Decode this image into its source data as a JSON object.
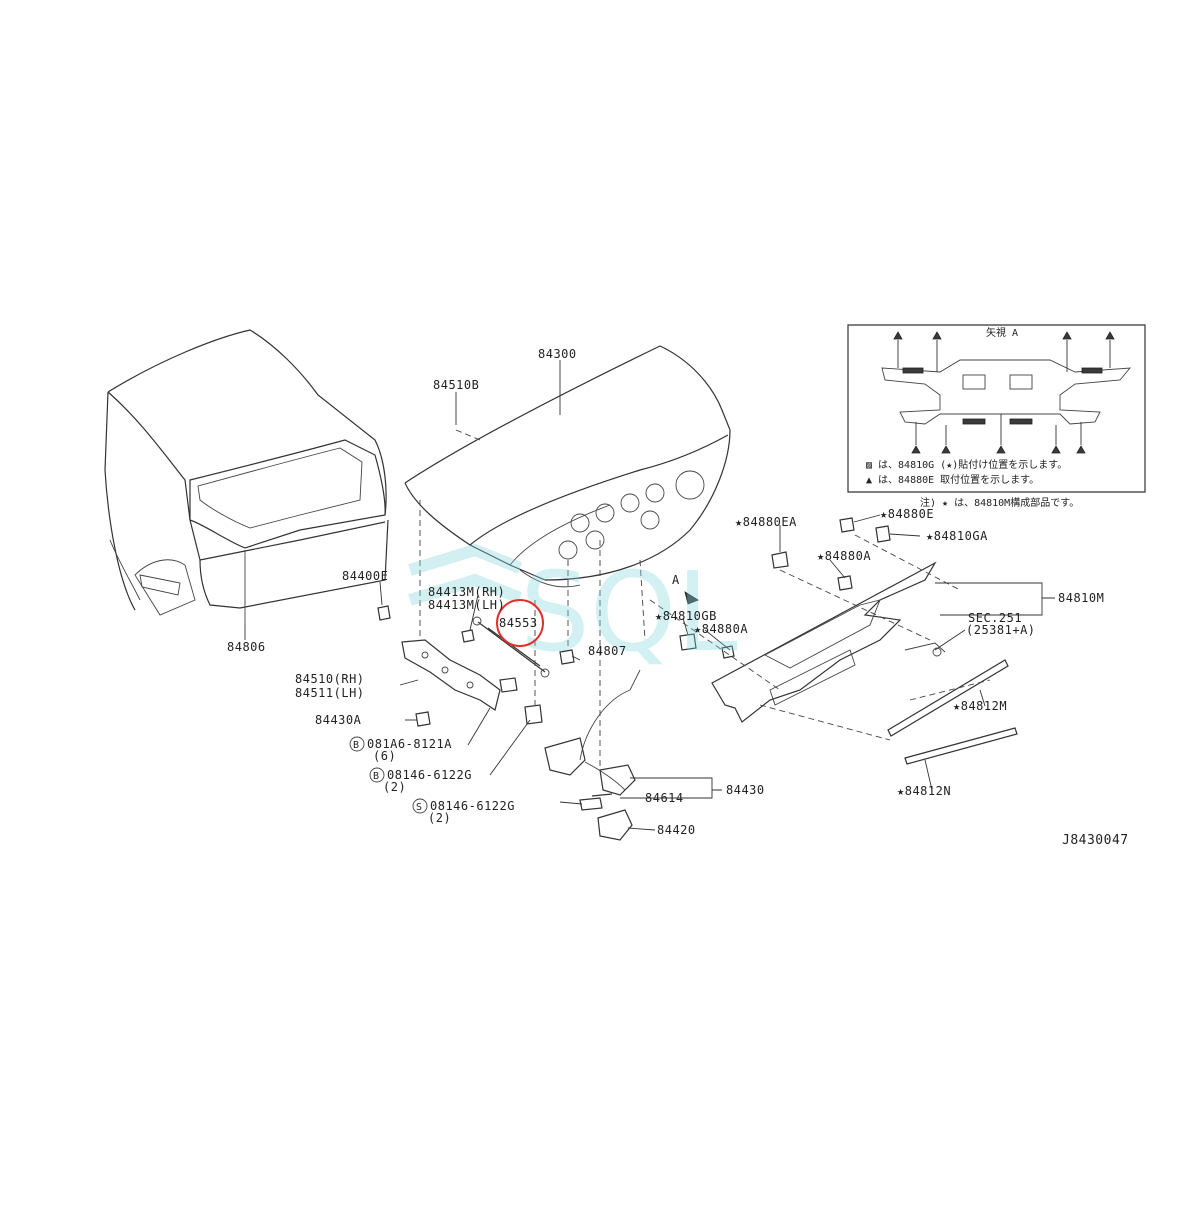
{
  "diagram_id": "J8430047",
  "labels": {
    "l84300": "84300",
    "l84510b": "84510B",
    "l84806": "84806",
    "l84400e": "84400E",
    "l84413m_rh": "84413M(RH)",
    "l84413m_lh": "84413M(LH)",
    "l84553": "84553",
    "l84510_rh": "84510(RH)",
    "l84511_lh": "84511(LH)",
    "l84430a": "84430A",
    "b081a6": "081A6-8121A",
    "b081a6_qty": "(6)",
    "b08146_1": "08146-6122G",
    "b08146_1_qty": "(2)",
    "s08146": "08146-6122G",
    "s08146_qty": "(2)",
    "l84807": "84807",
    "l84810gb": "★84810GB",
    "l84880a_1": "★84880A",
    "l84614": "84614",
    "l84430": "84430",
    "l84420": "84420",
    "l84880ea": "★84880EA",
    "l84880e": "★84880E",
    "l84810ga": "★84810GA",
    "l84880a_2": "★84880A",
    "l84810m": "84810M",
    "sec251": "SEC.251",
    "sec251_ref": "(25381+A)",
    "l84812m": "★84812M",
    "l84812n": "★84812N",
    "arrow_a": "A"
  },
  "circle_markers": {
    "b_symbol": "B",
    "s_symbol": "S"
  },
  "inset": {
    "title": "矢視 A",
    "legend_1": "▨ は、84810G (★)貼付け位置を示します。",
    "legend_2": "▲ は、84880E 取付位置を示します。",
    "note": "注) ★ は、84810M構成部品です。"
  },
  "watermark": "SQL",
  "highlight_color": "#e0302a",
  "watermark_color": "#7dd3d8"
}
